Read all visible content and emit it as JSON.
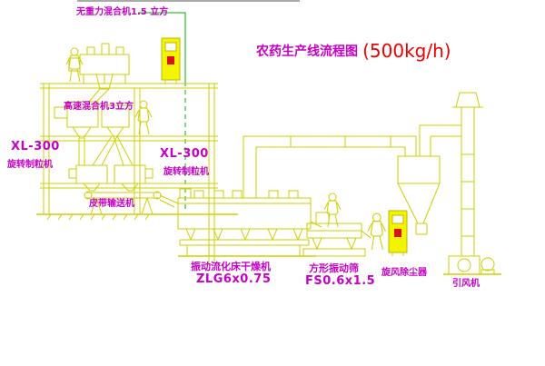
{
  "title": {
    "main": "农药生产线流程图",
    "capacity": "(500kg/h)"
  },
  "equipment_labels": {
    "gravity_mixer": "无重力混合机1.5 立方",
    "high_speed_mixer": "高速混合机3立方",
    "granulator_left_model": "XL-300",
    "granulator_left_name": "旋转制粒机",
    "granulator_center_model": "XL-300",
    "granulator_center_name": "旋转制粒机",
    "belt_conveyor": "皮带输送机",
    "dryer_name": "振动流化床干燥机",
    "dryer_model": "ZLG6x0.75",
    "sieve_name": "方形振动筛",
    "sieve_model": "FS0.6x1.5",
    "cyclone": "旋风除尘器",
    "fan": "引风机"
  },
  "colors": {
    "background": "#ffffff",
    "linework": "#cfcf00",
    "label_text": "#c800c8",
    "title_accent": "#ee0000",
    "leader_line": "#00b300",
    "panel_red": "#dd1111"
  }
}
